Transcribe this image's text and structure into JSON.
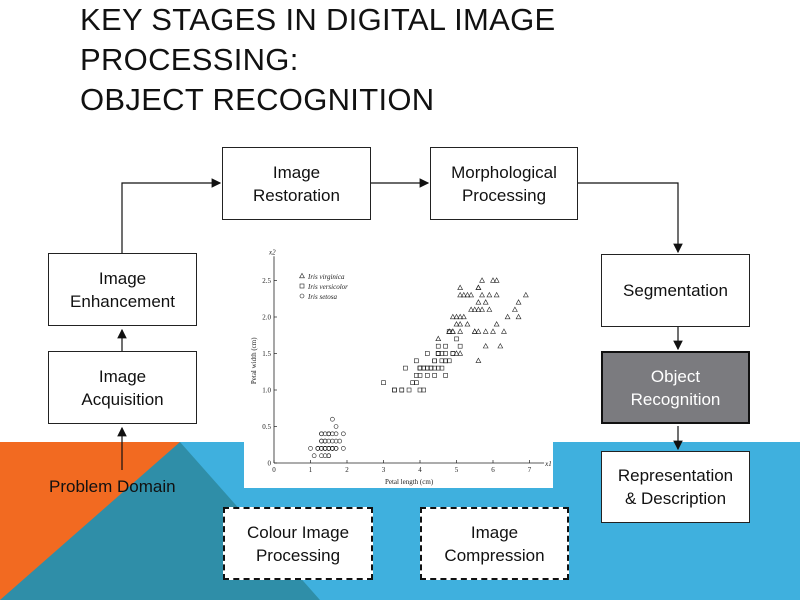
{
  "title": {
    "line1": "Key Stages in Digital Image",
    "line2": "Processing:",
    "line3": "Object Recognition"
  },
  "boxes": {
    "image_acquisition": "Image\nAcquisition",
    "image_enhancement": "Image\nEnhancement",
    "image_restoration": "Image\nRestoration",
    "morphological_processing": "Morphological\nProcessing",
    "segmentation": "Segmentation",
    "object_recognition": "Object\nRecognition",
    "representation_description": "Representation\n& Description",
    "colour_image_processing": "Colour Image\nProcessing",
    "image_compression": "Image\nCompression"
  },
  "problem_domain": "Problem Domain",
  "colors": {
    "background_blue": "#3fb0de",
    "background_orange": "#f26a21",
    "background_teal": "#2f8ea8",
    "highlight_box": "#7b7b7f"
  },
  "chart_data": {
    "type": "scatter",
    "xlabel": "Petal length (cm)",
    "ylabel": "Petal width (cm)",
    "x_axis_name": "x1",
    "y_axis_name": "x2",
    "xlim": [
      0,
      7.4
    ],
    "ylim": [
      0,
      2.75
    ],
    "x_ticks": [
      "0",
      "1",
      "2",
      "3",
      "4",
      "5",
      "6",
      "7"
    ],
    "y_ticks": [
      "0",
      "0.5",
      "1.0",
      "1.5",
      "2.0",
      "2.5"
    ],
    "legend_position": "top-left",
    "series": [
      {
        "name": "Iris virginica",
        "marker": "triangle",
        "points": [
          [
            6.0,
            2.5
          ],
          [
            5.1,
            1.9
          ],
          [
            5.9,
            2.1
          ],
          [
            5.6,
            1.8
          ],
          [
            5.8,
            2.2
          ],
          [
            6.6,
            2.1
          ],
          [
            4.5,
            1.7
          ],
          [
            6.3,
            1.8
          ],
          [
            5.8,
            1.8
          ],
          [
            6.1,
            2.5
          ],
          [
            5.1,
            2.0
          ],
          [
            5.3,
            1.9
          ],
          [
            5.5,
            2.1
          ],
          [
            5.0,
            2.0
          ],
          [
            5.1,
            2.4
          ],
          [
            5.3,
            2.3
          ],
          [
            5.5,
            1.8
          ],
          [
            6.7,
            2.2
          ],
          [
            6.9,
            2.3
          ],
          [
            5.0,
            1.5
          ],
          [
            5.7,
            2.3
          ],
          [
            4.9,
            2.0
          ],
          [
            6.7,
            2.0
          ],
          [
            4.9,
            1.8
          ],
          [
            5.7,
            2.1
          ],
          [
            6.0,
            1.8
          ],
          [
            4.8,
            1.8
          ],
          [
            4.9,
            1.8
          ],
          [
            5.6,
            2.1
          ],
          [
            5.8,
            1.6
          ],
          [
            6.1,
            1.9
          ],
          [
            6.4,
            2.0
          ],
          [
            5.6,
            2.2
          ],
          [
            5.1,
            1.5
          ],
          [
            5.6,
            1.4
          ],
          [
            6.1,
            2.3
          ],
          [
            5.6,
            2.4
          ],
          [
            5.5,
            1.8
          ],
          [
            4.8,
            1.8
          ],
          [
            5.4,
            2.1
          ],
          [
            5.6,
            2.4
          ],
          [
            5.1,
            2.3
          ],
          [
            5.9,
            2.3
          ],
          [
            5.7,
            2.5
          ],
          [
            5.2,
            2.3
          ],
          [
            5.0,
            1.9
          ],
          [
            5.2,
            2.0
          ],
          [
            5.4,
            2.3
          ],
          [
            5.1,
            1.8
          ],
          [
            6.2,
            1.6
          ]
        ]
      },
      {
        "name": "Iris versicolor",
        "marker": "square",
        "points": [
          [
            4.7,
            1.4
          ],
          [
            4.5,
            1.5
          ],
          [
            4.9,
            1.5
          ],
          [
            4.0,
            1.3
          ],
          [
            4.6,
            1.5
          ],
          [
            4.5,
            1.3
          ],
          [
            4.7,
            1.6
          ],
          [
            3.3,
            1.0
          ],
          [
            4.6,
            1.3
          ],
          [
            3.9,
            1.4
          ],
          [
            3.5,
            1.0
          ],
          [
            4.2,
            1.5
          ],
          [
            4.0,
            1.0
          ],
          [
            4.7,
            1.4
          ],
          [
            3.6,
            1.3
          ],
          [
            4.4,
            1.4
          ],
          [
            4.5,
            1.5
          ],
          [
            4.1,
            1.0
          ],
          [
            4.5,
            1.5
          ],
          [
            3.9,
            1.1
          ],
          [
            4.8,
            1.8
          ],
          [
            4.0,
            1.3
          ],
          [
            4.9,
            1.5
          ],
          [
            4.7,
            1.2
          ],
          [
            4.3,
            1.3
          ],
          [
            4.4,
            1.4
          ],
          [
            4.8,
            1.4
          ],
          [
            5.0,
            1.7
          ],
          [
            4.5,
            1.5
          ],
          [
            3.5,
            1.0
          ],
          [
            3.8,
            1.1
          ],
          [
            3.7,
            1.0
          ],
          [
            3.9,
            1.2
          ],
          [
            5.1,
            1.6
          ],
          [
            4.5,
            1.5
          ],
          [
            4.5,
            1.6
          ],
          [
            4.7,
            1.5
          ],
          [
            4.4,
            1.3
          ],
          [
            4.1,
            1.3
          ],
          [
            4.0,
            1.3
          ],
          [
            4.4,
            1.2
          ],
          [
            4.6,
            1.4
          ],
          [
            4.0,
            1.2
          ],
          [
            3.3,
            1.0
          ],
          [
            4.2,
            1.3
          ],
          [
            4.2,
            1.2
          ],
          [
            4.2,
            1.3
          ],
          [
            4.3,
            1.3
          ],
          [
            3.0,
            1.1
          ],
          [
            4.1,
            1.3
          ]
        ]
      },
      {
        "name": "Iris setosa",
        "marker": "circle",
        "points": [
          [
            1.4,
            0.2
          ],
          [
            1.3,
            0.2
          ],
          [
            1.5,
            0.2
          ],
          [
            1.4,
            0.4
          ],
          [
            1.7,
            0.4
          ],
          [
            1.4,
            0.3
          ],
          [
            1.5,
            0.1
          ],
          [
            1.5,
            0.2
          ],
          [
            1.6,
            0.2
          ],
          [
            1.4,
            0.1
          ],
          [
            1.1,
            0.1
          ],
          [
            1.2,
            0.2
          ],
          [
            1.5,
            0.4
          ],
          [
            1.3,
            0.4
          ],
          [
            1.7,
            0.3
          ],
          [
            1.5,
            0.3
          ],
          [
            1.7,
            0.2
          ],
          [
            1.5,
            0.4
          ],
          [
            1.0,
            0.2
          ],
          [
            1.7,
            0.5
          ],
          [
            1.9,
            0.2
          ],
          [
            1.6,
            0.2
          ],
          [
            1.6,
            0.4
          ],
          [
            1.5,
            0.2
          ],
          [
            1.4,
            0.2
          ],
          [
            1.6,
            0.2
          ],
          [
            1.6,
            0.2
          ],
          [
            1.5,
            0.4
          ],
          [
            1.5,
            0.1
          ],
          [
            1.4,
            0.2
          ],
          [
            1.2,
            0.2
          ],
          [
            1.3,
            0.2
          ],
          [
            1.3,
            0.1
          ],
          [
            1.3,
            0.3
          ],
          [
            1.3,
            0.3
          ],
          [
            1.6,
            0.6
          ],
          [
            1.9,
            0.4
          ],
          [
            1.4,
            0.3
          ],
          [
            1.6,
            0.2
          ],
          [
            1.4,
            0.2
          ],
          [
            1.5,
            0.2
          ],
          [
            1.4,
            0.2
          ],
          [
            1.6,
            0.3
          ],
          [
            1.8,
            0.3
          ],
          [
            1.2,
            0.2
          ],
          [
            1.3,
            0.2
          ],
          [
            1.5,
            0.2
          ],
          [
            1.4,
            0.2
          ],
          [
            1.3,
            0.4
          ],
          [
            1.7,
            0.2
          ]
        ]
      }
    ]
  }
}
